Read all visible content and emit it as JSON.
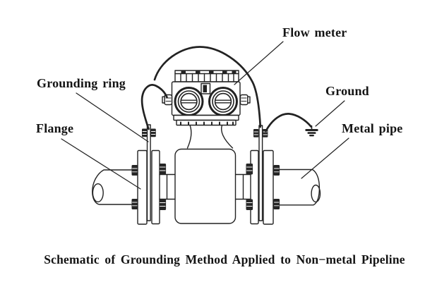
{
  "labels": {
    "flow_meter": "Flow meter",
    "grounding_ring": "Grounding ring",
    "ground": "Ground",
    "flange": "Flange",
    "metal_pipe": "Metal pipe"
  },
  "caption": "Schematic of Grounding Method Applied to Non−metal Pipeline",
  "colors": {
    "background": "#ffffff",
    "line": "#222222",
    "text": "#141414"
  }
}
